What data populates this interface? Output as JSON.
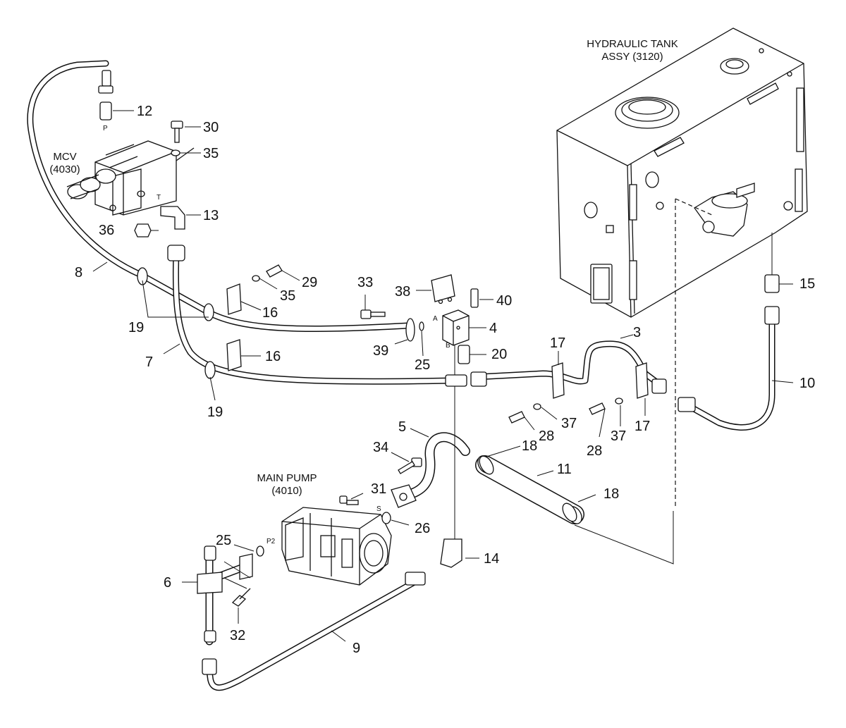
{
  "assemblies": {
    "hydraulic_tank": {
      "line1": "HYDRAULIC TANK",
      "line2": "ASSY (3120)"
    },
    "mcv": {
      "line1": "MCV",
      "line2": "(4030)"
    },
    "main_pump": {
      "line1": "MAIN PUMP",
      "line2": "(4010)"
    }
  },
  "port_labels": {
    "p": "P",
    "t": "T",
    "a": "A",
    "b": "B",
    "s": "S",
    "p2": "P2"
  },
  "callouts": {
    "c12": "12",
    "c30": "30",
    "c35a": "35",
    "c13": "13",
    "c36": "36",
    "c8": "8",
    "c29": "29",
    "c35b": "35",
    "c16a": "16",
    "c19a": "19",
    "c33": "33",
    "c38": "38",
    "c40": "40",
    "c4": "4",
    "c39": "39",
    "c25a": "25",
    "c20": "20",
    "c7": "7",
    "c16b": "16",
    "c19b": "19",
    "c17a": "17",
    "c3": "3",
    "c15": "15",
    "c10": "10",
    "c28a": "28",
    "c37a": "37",
    "c28b": "28",
    "c37b": "37",
    "c17b": "17",
    "c5": "5",
    "c18a": "18",
    "c11": "11",
    "c18b": "18",
    "c34": "34",
    "c31": "31",
    "c26": "26",
    "c25b": "25",
    "c6": "6",
    "c32": "32",
    "c14": "14",
    "c9": "9"
  }
}
